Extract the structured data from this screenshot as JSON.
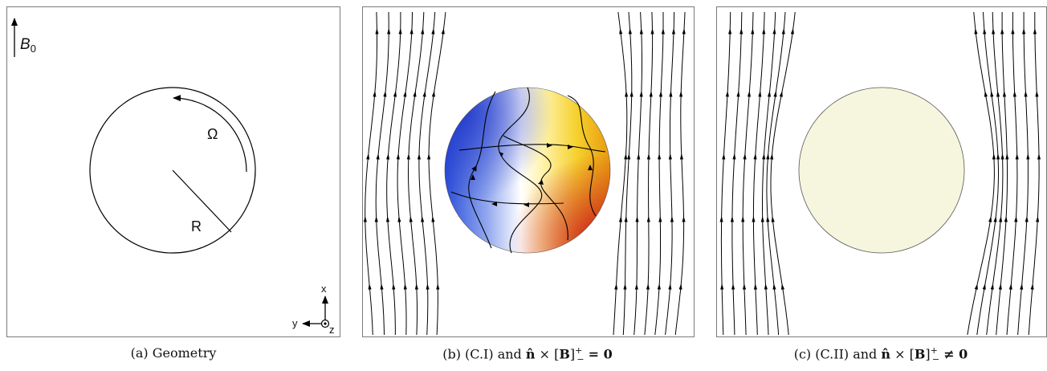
{
  "panel_a": {
    "field_symbol": "B",
    "field_subscript": "0",
    "rotation_symbol": "Ω",
    "radius_symbol": "R",
    "axis_x": "x",
    "axis_y": "y",
    "axis_z": "z"
  },
  "panel_b": {
    "sphere_style": "gradient blue-white-yellow-red"
  },
  "panel_c": {
    "sphere_color": "#f6f6df"
  },
  "captions": {
    "a_tag": "(a)",
    "a_text": "Geometry",
    "b_tag": "(b)",
    "b_text": "(C.I) and",
    "b_relation": "= 0",
    "c_tag": "(c)",
    "c_text": "(C.II) and",
    "c_relation": "≠ 0",
    "n_hat": "n̂",
    "times": "×",
    "bracket_open": "[",
    "B": "B",
    "bracket_close": "]",
    "sup": "+",
    "sub": "−"
  },
  "colors": {
    "line": "#000000",
    "frame": "#7a7a7a"
  }
}
